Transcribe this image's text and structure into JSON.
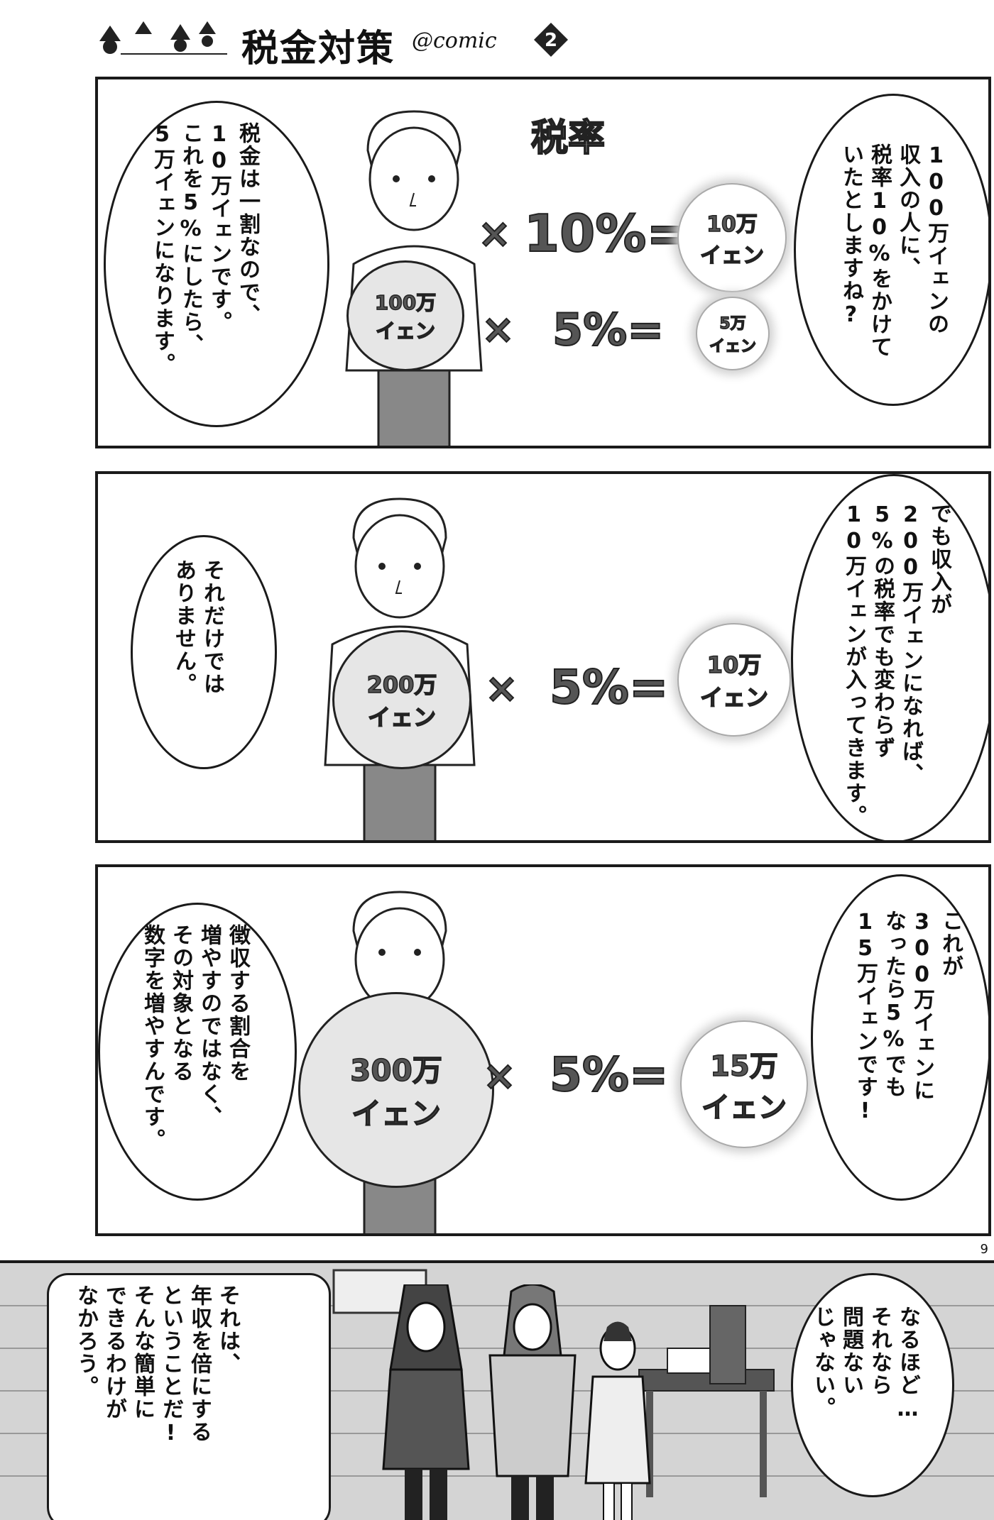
{
  "header": {
    "series_title": "税金対策",
    "comic_suffix": "@comic",
    "volume_number": "2"
  },
  "panel1": {
    "tax_rate_label": "税率",
    "bag_amount": "100万",
    "bag_unit": "イェン",
    "row1_operator": "×",
    "row1_rate": "10%=",
    "row1_result_amount": "10万",
    "row1_result_unit": "イェン",
    "row2_operator": "×",
    "row2_rate": "5%=",
    "row2_result_amount": "5万",
    "row2_result_unit": "イェン",
    "right_bubble_lines": [
      "100万イェンの",
      "収入の人に、",
      "税率10%をかけて",
      "いたとしますね?"
    ],
    "left_bubble_lines": [
      "税金は一割なので、",
      "10万イェンです。",
      "これを5%にしたら、",
      "5万イェンになります。"
    ]
  },
  "panel2": {
    "bag_amount": "200万",
    "bag_unit": "イェン",
    "operator": "×",
    "rate": "5%=",
    "result_amount": "10万",
    "result_unit": "イェン",
    "right_bubble_lines": [
      "でも収入が",
      "200万イェンになれば、",
      "5%の税率でも変わらず",
      "10万イェンが入ってきます。"
    ],
    "left_bubble_lines": [
      "それだけでは",
      "ありません。"
    ]
  },
  "panel3": {
    "bag_amount": "300万",
    "bag_unit": "イェン",
    "operator": "×",
    "rate": "5%=",
    "result_amount": "15万",
    "result_unit": "イェン",
    "right_bubble_lines": [
      "これが",
      "300万イェンに",
      "なったら5%でも",
      "15万イェンです!"
    ],
    "left_bubble_lines": [
      "徴収する割合を",
      "増やすのではなく、",
      "その対象となる",
      "数字を増やすんです。"
    ]
  },
  "panel4": {
    "right_bubble_lines": [
      "なるほど…",
      "それなら",
      "問題ない",
      "じゃない。"
    ],
    "left_bubble_lines": [
      "それは、",
      "年収を倍にする",
      "ということだ!",
      "そんな簡単に",
      "できるわけが",
      "なかろう。"
    ]
  },
  "page_number": "9"
}
